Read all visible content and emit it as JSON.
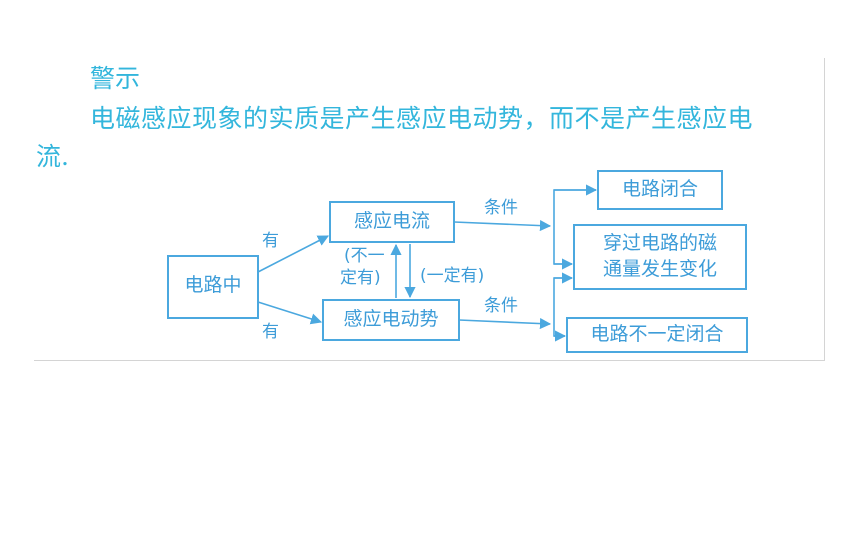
{
  "warning": {
    "heading": "警示",
    "body_line1": "电磁感应现象的实质是产生感应电动势，而不是产生感应电",
    "body_line2": "流."
  },
  "diagram": {
    "nodes": {
      "circuit": "电路中",
      "induced_current": "感应电流",
      "induced_emf": "感应电动势",
      "circuit_closed": "电路闭合",
      "flux_change_line1": "穿过电路的磁",
      "flux_change_line2": "通量发生变化",
      "circuit_not_closed": "电路不一定闭合"
    },
    "labels": {
      "has_top": "有",
      "has_bottom": "有",
      "not_necessarily_line1": "(不一",
      "not_necessarily_line2": "定有)",
      "necessarily": "(一定有)",
      "condition_top": "条件",
      "condition_bottom": "条件"
    },
    "color": "#4ba8df",
    "text_color": "#33b6dc"
  }
}
